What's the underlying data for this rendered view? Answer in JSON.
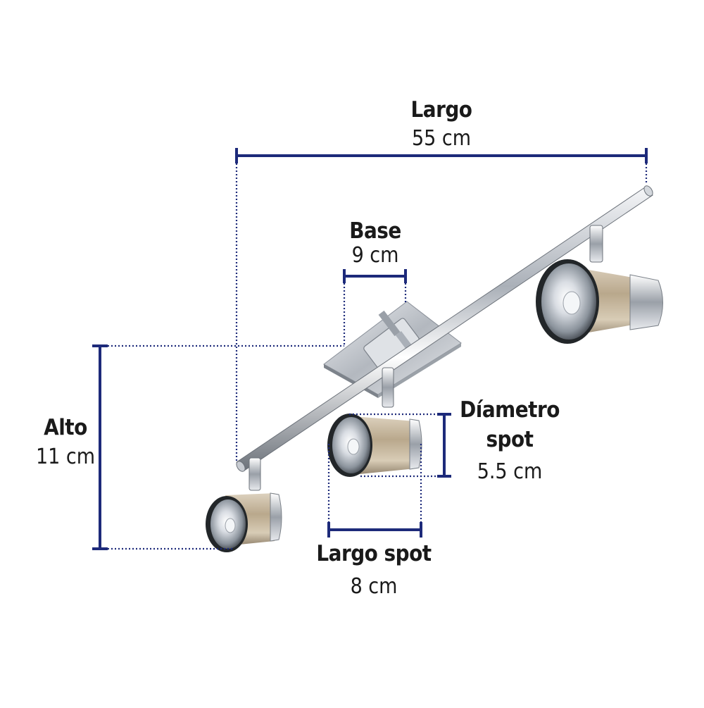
{
  "dimensions": {
    "largo": {
      "label": "Largo",
      "value": "55 cm"
    },
    "base": {
      "label": "Base",
      "value": "9 cm"
    },
    "alto": {
      "label": "Alto",
      "value": "11 cm"
    },
    "diametro_spot": {
      "label_line1": "Díametro",
      "label_line2": "spot",
      "value": "5.5 cm"
    },
    "largo_spot": {
      "label": "Largo spot",
      "value": "8 cm"
    }
  },
  "colors": {
    "dimension_line": "#1d2a7a",
    "chrome": "#c8ccd2",
    "satin_nickel": "#c2b49c",
    "text": "#1a1a1a"
  }
}
